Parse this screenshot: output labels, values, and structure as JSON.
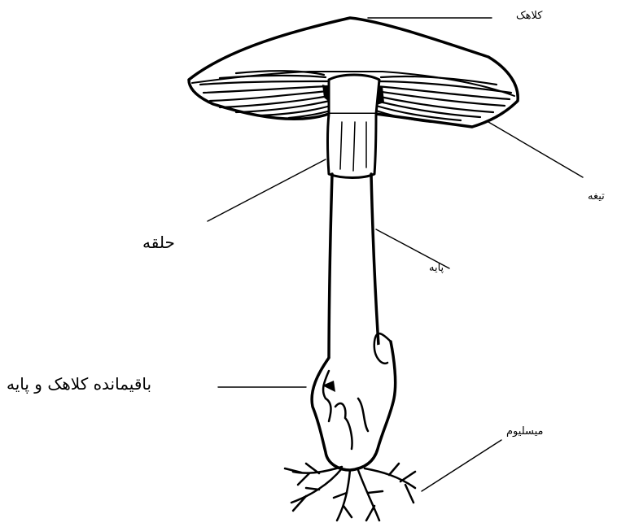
{
  "labels": {
    "cap": "کلاهک",
    "gills": "تیغه",
    "ring": "حلقه",
    "stipe": "پایه",
    "volva": "باقیمانده کلاهک و پایه",
    "mycelium": "میسلیوم"
  },
  "colors": {
    "ink": "#000000",
    "background": "#ffffff"
  }
}
